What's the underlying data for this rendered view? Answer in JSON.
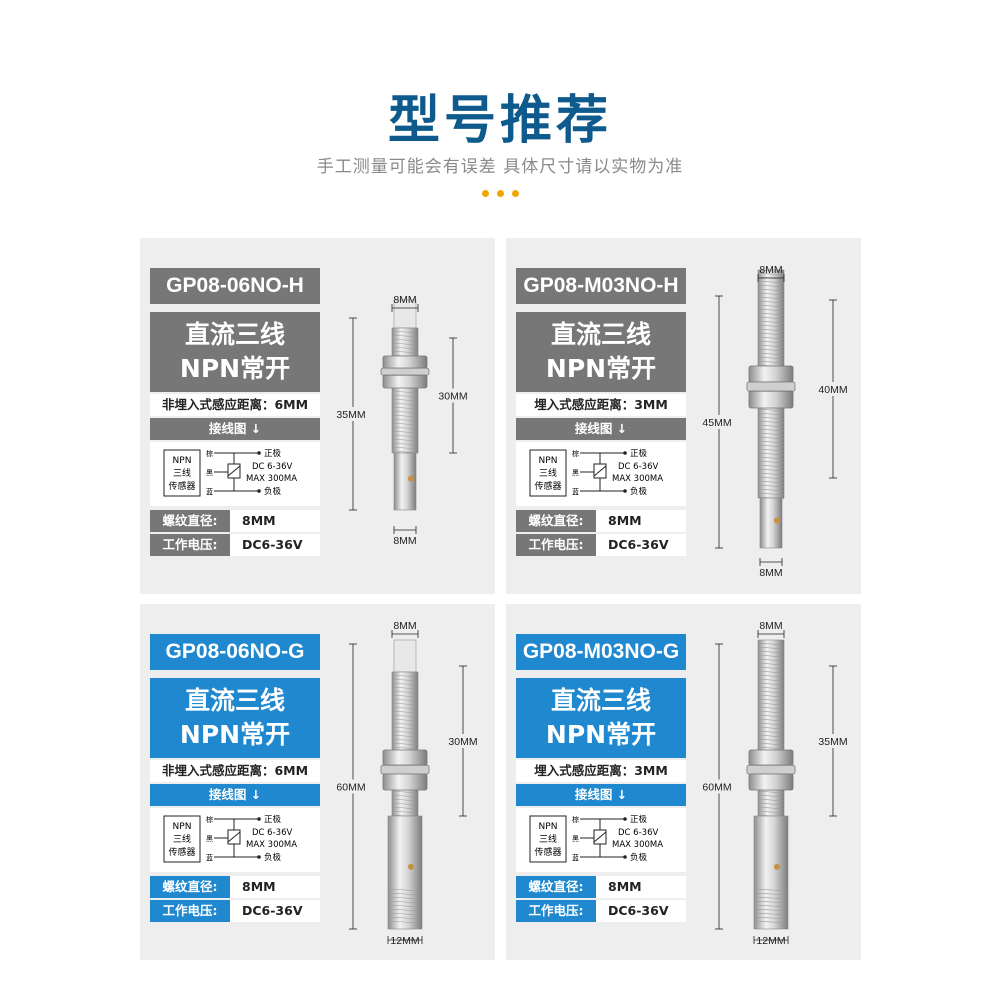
{
  "header": {
    "title": "型号推荐",
    "subtitle": "手工测量可能会有误差 具体尺寸请以实物为准",
    "accent_color": "#f0a500",
    "title_color": "#0e5a8c"
  },
  "cards": [
    {
      "model": "GP08-06NO-H",
      "type_line1": "直流三线",
      "type_line2": "NPN常开",
      "distance": "非埋入式感应距离：6MM",
      "wiring_label": "接线图 ↓",
      "sensor_lines": [
        "NPN",
        "三线",
        "传感器"
      ],
      "wire_colors": [
        "棕",
        "黑",
        "蓝"
      ],
      "wire_labels": [
        "正极",
        "DC 6-36V",
        "MAX 300MA",
        "负极"
      ],
      "spec_thread_key": "螺纹直径:",
      "spec_thread_val": "8MM",
      "spec_voltage_key": "工作电压:",
      "spec_voltage_val": "DC6-36V",
      "dims": {
        "top": "8MM",
        "total": "35MM",
        "thread": "30MM",
        "bottom": "8MM"
      },
      "theme_color": "#777777"
    },
    {
      "model": "GP08-M03NO-H",
      "type_line1": "直流三线",
      "type_line2": "NPN常开",
      "distance": "埋入式感应距离：3MM",
      "wiring_label": "接线图 ↓",
      "sensor_lines": [
        "NPN",
        "三线",
        "传感器"
      ],
      "wire_colors": [
        "棕",
        "黑",
        "蓝"
      ],
      "wire_labels": [
        "正极",
        "DC 6-36V",
        "MAX 300MA",
        "负极"
      ],
      "spec_thread_key": "螺纹直径:",
      "spec_thread_val": "8MM",
      "spec_voltage_key": "工作电压:",
      "spec_voltage_val": "DC6-36V",
      "dims": {
        "top": "8MM",
        "total": "45MM",
        "thread": "40MM",
        "bottom": "8MM"
      },
      "theme_color": "#777777"
    },
    {
      "model": "GP08-06NO-G",
      "type_line1": "直流三线",
      "type_line2": "NPN常开",
      "distance": "非埋入式感应距离：6MM",
      "wiring_label": "接线图 ↓",
      "sensor_lines": [
        "NPN",
        "三线",
        "传感器"
      ],
      "wire_colors": [
        "棕",
        "黑",
        "蓝"
      ],
      "wire_labels": [
        "正极",
        "DC 6-36V",
        "MAX 300MA",
        "负极"
      ],
      "spec_thread_key": "螺纹直径:",
      "spec_thread_val": "8MM",
      "spec_voltage_key": "工作电压:",
      "spec_voltage_val": "DC6-36V",
      "dims": {
        "top": "8MM",
        "total": "60MM",
        "thread": "30MM",
        "bottom": "12MM"
      },
      "theme_color": "#1f88cf"
    },
    {
      "model": "GP08-M03NO-G",
      "type_line1": "直流三线",
      "type_line2": "NPN常开",
      "distance": "埋入式感应距离：3MM",
      "wiring_label": "接线图 ↓",
      "sensor_lines": [
        "NPN",
        "三线",
        "传感器"
      ],
      "wire_colors": [
        "棕",
        "黑",
        "蓝"
      ],
      "wire_labels": [
        "正极",
        "DC 6-36V",
        "MAX 300MA",
        "负极"
      ],
      "spec_thread_key": "螺纹直径:",
      "spec_thread_val": "8MM",
      "spec_voltage_key": "工作电压:",
      "spec_voltage_val": "DC6-36V",
      "dims": {
        "top": "8MM",
        "total": "60MM",
        "thread": "35MM",
        "bottom": "12MM"
      },
      "theme_color": "#1f88cf"
    }
  ]
}
